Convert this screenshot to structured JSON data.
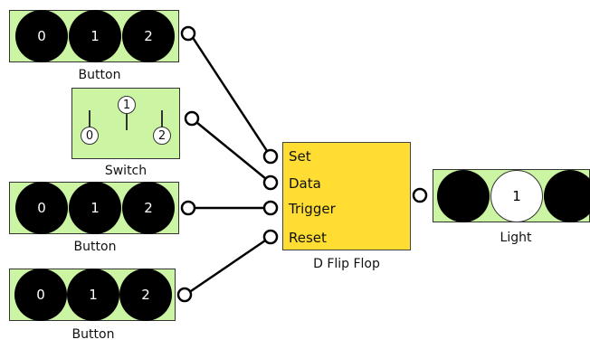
{
  "colors": {
    "panel_fill": "#ccf5a3",
    "flipflop_fill": "#ffdd33",
    "wire": "#000000",
    "circle_dark": "#000000",
    "light_on": "#ffffff"
  },
  "button_1": {
    "label": "Button",
    "values": [
      "0",
      "1",
      "2"
    ]
  },
  "switch": {
    "label": "Switch",
    "values": [
      "0",
      "1",
      "2"
    ],
    "selected": "1"
  },
  "button_2": {
    "label": "Button",
    "values": [
      "0",
      "1",
      "2"
    ]
  },
  "button_3": {
    "label": "Button",
    "values": [
      "0",
      "1",
      "2"
    ]
  },
  "flipflop": {
    "label": "D Flip Flop",
    "ports": [
      "Set",
      "Data",
      "Trigger",
      "Reset"
    ]
  },
  "light": {
    "label": "Light",
    "values": [
      "",
      "1",
      ""
    ],
    "on_index": 1
  }
}
